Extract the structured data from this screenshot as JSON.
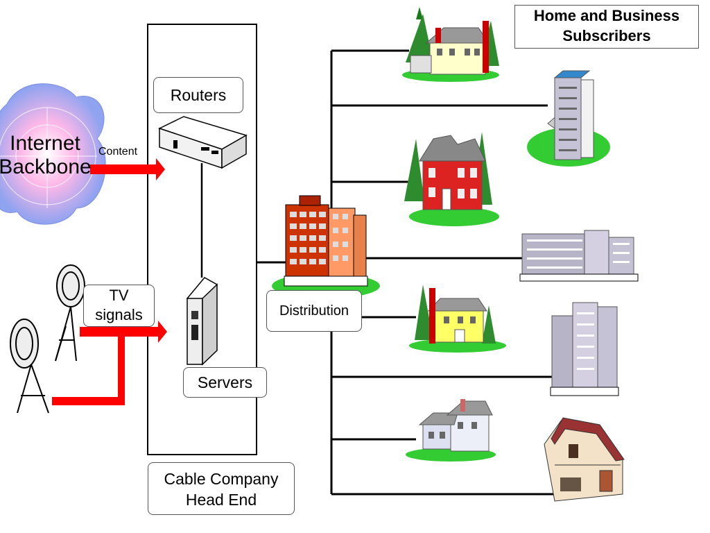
{
  "title_box": {
    "line1": "Home and Business",
    "line2": "Subscribers"
  },
  "labels": {
    "routers": "Routers",
    "servers": "Servers",
    "distribution": "Distribution",
    "tv_line1": "TV",
    "tv_line2": "signals",
    "headend_line1": "Cable Company",
    "headend_line2": "Head End",
    "internet_line1": "Internet",
    "internet_line2": "Backbone",
    "content": "Content"
  },
  "colors": {
    "arrow": "#ff0000",
    "line": "#000000",
    "grass": "#33cc33",
    "brick": "#cc3300",
    "office_gray": "#b8b4c8",
    "cloud": "#b9a6e8"
  }
}
